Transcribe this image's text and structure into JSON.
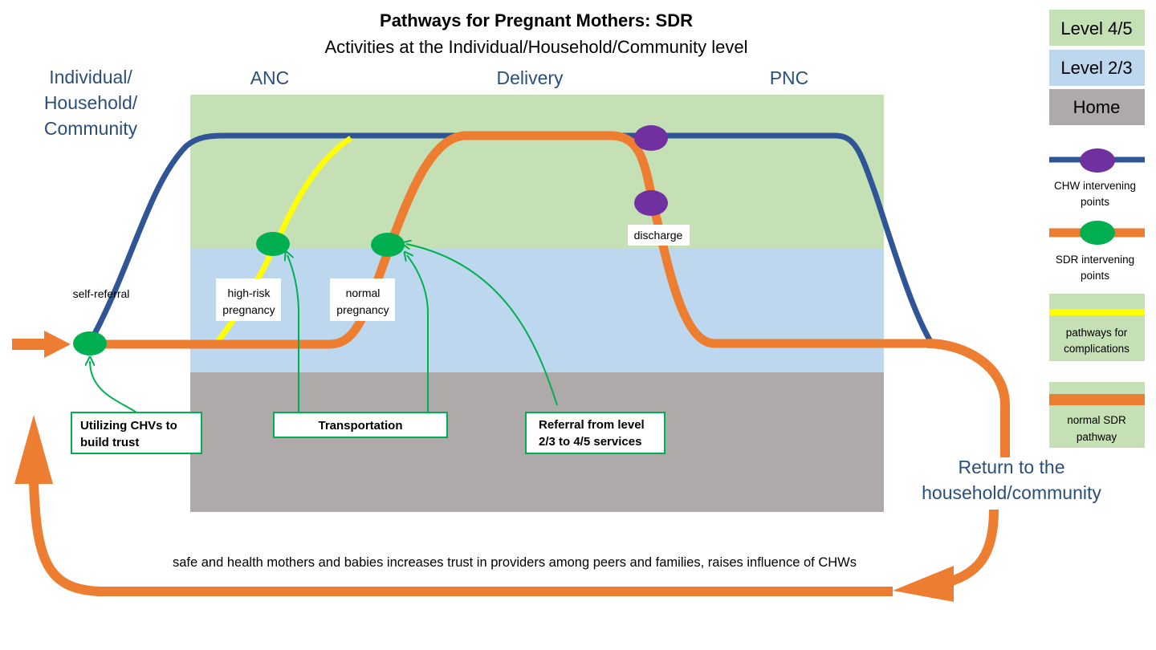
{
  "title": "Pathways for Pregnant Mothers: SDR",
  "subtitle": "Activities at the Individual/Household/Community level",
  "side_label": [
    "Individual/",
    "Household/",
    "Community"
  ],
  "phases": {
    "anc": "ANC",
    "delivery": "Delivery",
    "pnc": "PNC"
  },
  "point_labels": {
    "self_referral": "self-referral",
    "high_risk": [
      "high-risk",
      "pregnancy"
    ],
    "normal": [
      "normal",
      "pregnancy"
    ],
    "discharge": "discharge"
  },
  "boxes": {
    "chv": [
      "Utilizing CHVs to",
      "build trust"
    ],
    "transport": "Transportation",
    "referral": [
      "Referral from level",
      "2/3 to 4/5 services"
    ]
  },
  "return_label": [
    "Return to the",
    "household/community"
  ],
  "bottom_text": "safe and health mothers and babies increases trust in providers among peers and families, raises influence of CHWs",
  "legend": {
    "level45": "Level 4/5",
    "level23": "Level 2/3",
    "home": "Home",
    "chw": [
      "CHW intervening",
      "points"
    ],
    "sdr": [
      "SDR intervening",
      "points"
    ],
    "complications": [
      "pathways for",
      "complications"
    ],
    "normal_path": [
      "normal SDR",
      "pathway"
    ]
  },
  "colors": {
    "level45": "#c5e0b4",
    "level23": "#bdd7ee",
    "home": "#aeaaaa",
    "chw_line": "#2f5597",
    "sdr_line": "#ed7d31",
    "complication_line": "#ffff00",
    "sdr_point": "#00b050",
    "chw_point": "#7030a0",
    "label_blue": "#2a4f7a"
  }
}
